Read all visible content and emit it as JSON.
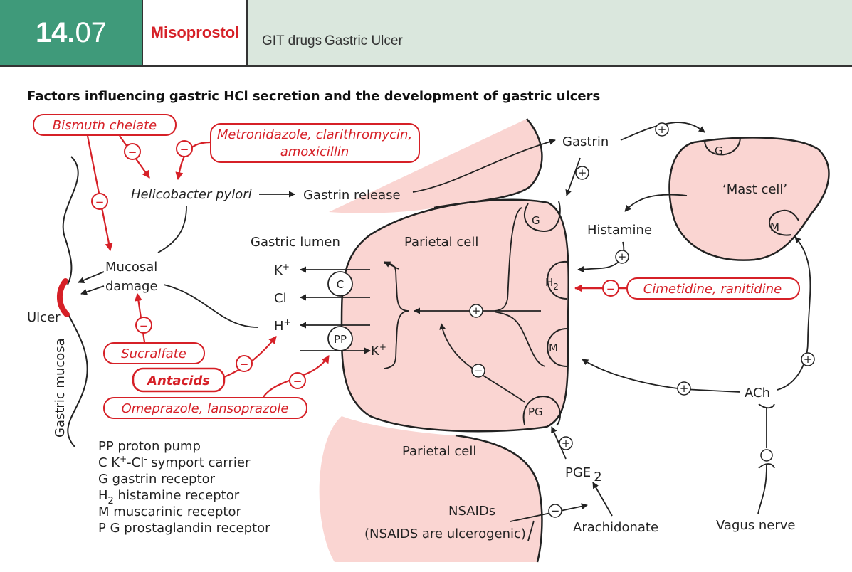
{
  "header": {
    "number_bold": "14.",
    "number_rest": "07",
    "drug": "Misoprostol",
    "category": "GIT drugs",
    "topic": "Gastric Ulcer"
  },
  "title": "Factors influencing gastric HCl secretion and the development of gastric ulcers",
  "drugs": {
    "bismuth": "Bismuth chelate",
    "antibiotics_1": "Metronidazole, clarithromycin,",
    "antibiotics_2": "amoxicillin",
    "sucralfate": "Sucralfate",
    "antacids": "Antacids",
    "ppi": "Omeprazole, lansoprazole",
    "h2_blockers": "Cimetidine, ranitidine"
  },
  "labels": {
    "h_pylori": "Helicobacter pylori",
    "gastrin_release": "Gastrin release",
    "gastrin": "Gastrin",
    "mast_cell": "‘Mast cell’",
    "histamine": "Histamine",
    "gastric_lumen": "Gastric lumen",
    "parietal_cell": "Parietal cell",
    "parietal_cell_2": "Parietal cell",
    "mucosal": "Mucosal",
    "damage": "damage",
    "ulcer": "Ulcer",
    "gastric_mucosa": "Gastric mucosa",
    "ach": "ACh",
    "vagus_nerve": "Vagus nerve",
    "pge": "PGE",
    "pge_sub": "2",
    "nsaids": "NSAIDs",
    "nsaids_note": "(NSAIDS are ulcerogenic)",
    "arachidonate": "Arachidonate"
  },
  "ions": {
    "k": "K",
    "cl": "Cl",
    "h": "H",
    "k2": "K",
    "plus": "+",
    "minus": "-"
  },
  "receptors": {
    "c": "C",
    "pp": "PP",
    "g": "G",
    "h2": "H",
    "h2_sub": "2",
    "m": "M",
    "pg": "PG",
    "mast_g": "G",
    "mast_m": "M"
  },
  "symbols": {
    "plus": "+",
    "minus": "−"
  },
  "legend": [
    {
      "code": "PP",
      "text": "proton pump"
    },
    {
      "code": "C",
      "text": "K+-Cl- symport carrier"
    },
    {
      "code": "G",
      "text": "gastrin receptor"
    },
    {
      "code": "H2",
      "text": "histamine receptor"
    },
    {
      "code": "M",
      "text": "muscarinic receptor"
    },
    {
      "code": "P G",
      "text": "prostaglandin receptor"
    }
  ],
  "legend_display": {
    "l1": "PP proton pump",
    "l2a": "C K",
    "l2b": "+",
    "l2c": "-Cl",
    "l2d": "-",
    "l2e": " symport carrier",
    "l3": "G gastrin receptor",
    "l4a": "H",
    "l4b": "2",
    "l4c": " histamine receptor",
    "l5": "M muscarinic receptor",
    "l6": "P G prostaglandin receptor"
  },
  "colors": {
    "header_green": "#3f9a7a",
    "header_light": "#dae7dd",
    "drug_red": "#d62027",
    "cell_pink": "#fad5d2"
  }
}
